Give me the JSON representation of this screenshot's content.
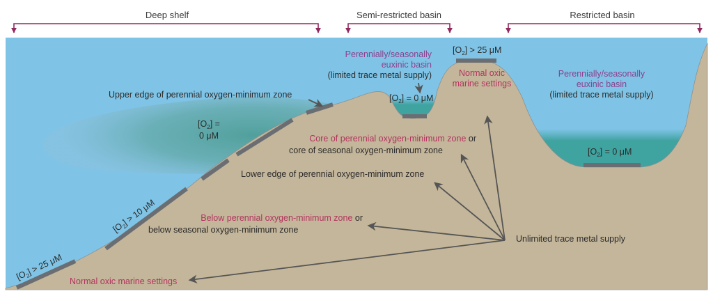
{
  "colors": {
    "water": "#7fc4e6",
    "anoxic_water": "#3fa3a0",
    "sediment": "#c4b69a",
    "sediment_outline": "#8f8f8f",
    "bar": "#6a6e72",
    "bracket": "#93285e",
    "arrow": "#555555",
    "text_dark": "#2b2b2b",
    "text_magenta": "#b2335e",
    "text_purple": "#8e3f8e"
  },
  "regions": [
    {
      "label": "Deep shelf"
    },
    {
      "label": "Semi-restricted basin"
    },
    {
      "label": "Restricted basin"
    }
  ],
  "water_labels": {
    "omz_core": {
      "line1": "[O",
      "sub": "2",
      "line1_end": "] =",
      "line2": "0 μM"
    },
    "upper_edge": "Upper edge of perennial oxygen-minimum zone",
    "slope_10": {
      "pre": "[O",
      "sub": "2",
      "post": "] > 10 μM"
    },
    "slope_25": {
      "pre": "[O",
      "sub": "2",
      "post": "] > 25 μM"
    },
    "semi_basin": {
      "title_line1": "Perennially/seasonally",
      "title_line2": "euxinic basin",
      "note": "(limited trace metal supply)",
      "o2": {
        "pre": "[O",
        "sub": "2",
        "post": "] = 0 μM"
      }
    },
    "peak": {
      "o2": {
        "pre": "[O",
        "sub": "2",
        "post": "] > 25 μM"
      },
      "setting_line1": "Normal oxic",
      "setting_line2": "marine settings"
    },
    "restricted_basin": {
      "title_line1": "Perennially/seasonally",
      "title_line2": "euxinic basin",
      "note": "(limited trace metal supply)",
      "o2": {
        "pre": "[O",
        "sub": "2",
        "post": "] = 0 μM"
      }
    }
  },
  "sediment_labels": {
    "core": {
      "highlight": "Core of perennial oxygen-minimum zone",
      "connector": " or",
      "line2": "core of seasonal oxygen-minimum zone"
    },
    "lower_edge": "Lower edge of perennial oxygen-minimum zone",
    "below": {
      "highlight": "Below perennial oxygen-minimum zone",
      "connector": " or",
      "line2": "below seasonal oxygen-minimum zone"
    },
    "normal": "Normal oxic marine settings",
    "source": "Unlimited trace metal supply"
  }
}
